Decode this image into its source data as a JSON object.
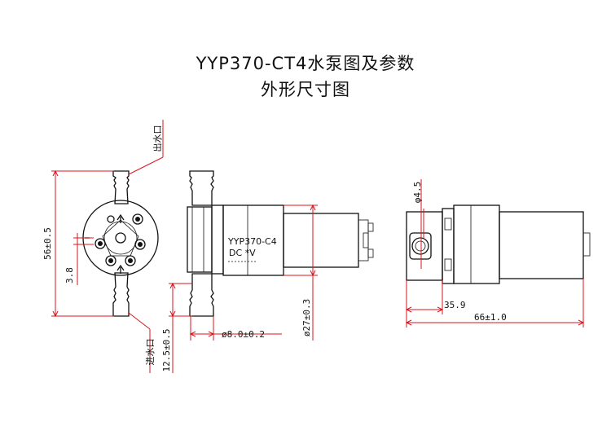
{
  "header": {
    "title": "YYP370-CT4水泵图及参数",
    "subtitle": "外形尺寸图"
  },
  "labels": {
    "outlet": "出水口",
    "inlet": "进水口",
    "pump_model": "YYP370-C4",
    "pump_voltage": "DC *V"
  },
  "dimensions": {
    "height": "56±0.5",
    "port_offset": "3.8",
    "port_length": "12.5±0.5",
    "port_diameter": "ø8.0±0.2",
    "body_diameter": "ø27±0.3",
    "hole_diameter": "φ4.5",
    "body_length": "35.9",
    "total_length": "66±1.0"
  },
  "colors": {
    "dimension_line": "#d9141b",
    "outline": "#111111"
  }
}
